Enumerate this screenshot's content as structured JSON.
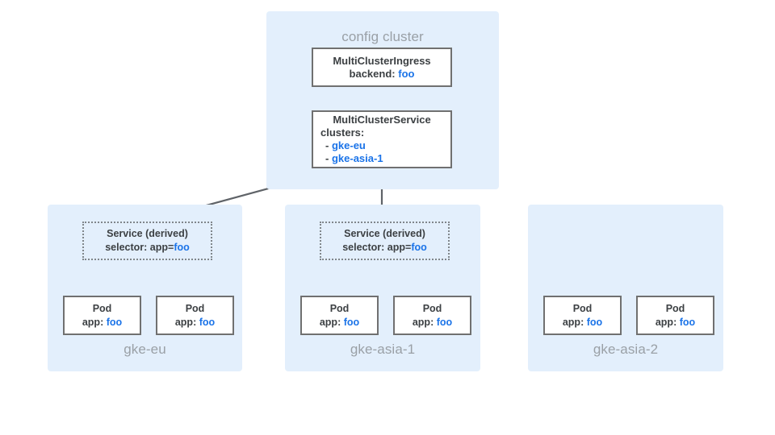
{
  "diagram": {
    "title_colors": {
      "panel_bg": "#e3effc",
      "accent_blue": "#1a73e8",
      "label_gray": "#9aa0a6",
      "box_border": "#707070",
      "arrow_dark": "#5f6368",
      "arrow_light": "#bdc1c6"
    }
  },
  "config_cluster": {
    "label": "config cluster",
    "ingress": {
      "kind": "MultiClusterIngress",
      "field_label": "backend:",
      "field_value": "foo"
    },
    "service": {
      "kind": "MultiClusterService",
      "field_label": "clusters:",
      "items": [
        {
          "dash": "-",
          "value": "gke-eu"
        },
        {
          "dash": "-",
          "value": "gke-asia-1"
        }
      ]
    }
  },
  "clusters": [
    {
      "name": "gke-eu",
      "has_service": true,
      "service": {
        "title": "Service (derived)",
        "selector_label": "selector: app=",
        "selector_value": "foo"
      },
      "pods": [
        {
          "title": "Pod",
          "label": "app:",
          "value": "foo"
        },
        {
          "title": "Pod",
          "label": "app:",
          "value": "foo"
        }
      ]
    },
    {
      "name": "gke-asia-1",
      "has_service": true,
      "service": {
        "title": "Service (derived)",
        "selector_label": "selector: app=",
        "selector_value": "foo"
      },
      "pods": [
        {
          "title": "Pod",
          "label": "app:",
          "value": "foo"
        },
        {
          "title": "Pod",
          "label": "app:",
          "value": "foo"
        }
      ]
    },
    {
      "name": "gke-asia-2",
      "has_service": false,
      "pods": [
        {
          "title": "Pod",
          "label": "app:",
          "value": "foo"
        },
        {
          "title": "Pod",
          "label": "app:",
          "value": "foo"
        }
      ]
    }
  ]
}
